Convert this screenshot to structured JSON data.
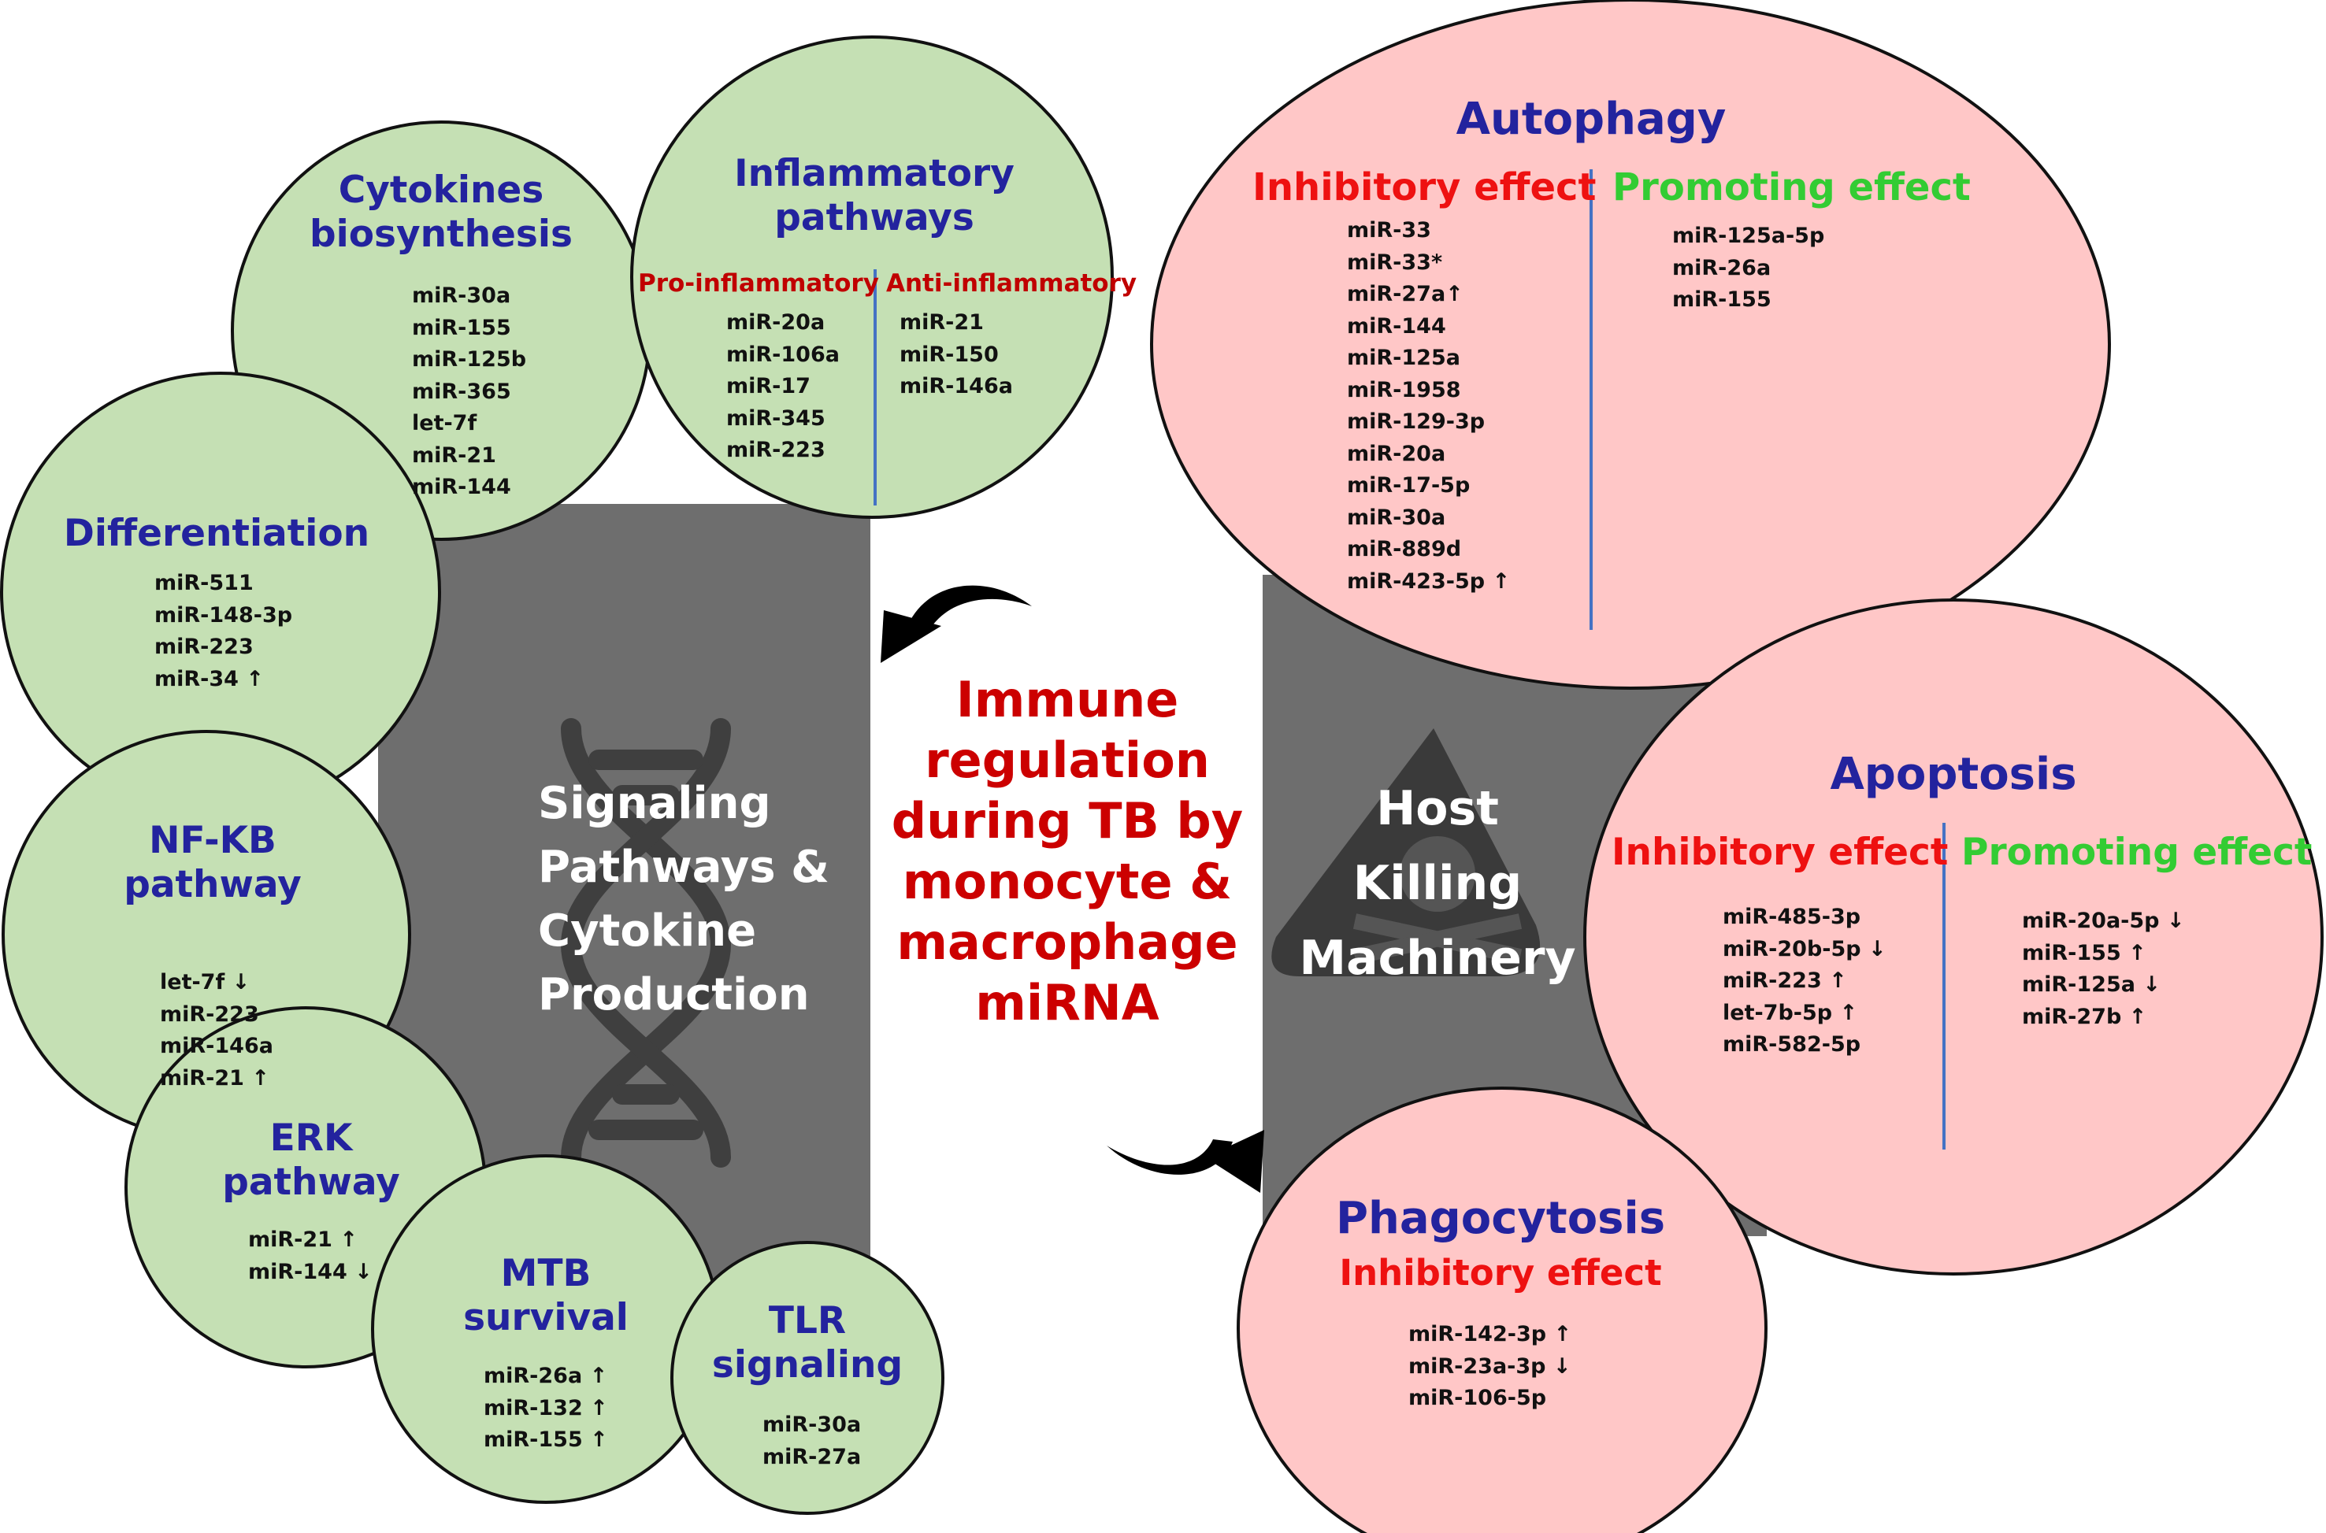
{
  "center": {
    "lines": [
      "Immune",
      "regulation",
      "during TB by",
      "monocyte &",
      "macrophage",
      "miRNA"
    ]
  },
  "signaling_label": [
    "Signaling",
    "Pathways &",
    "Cytokine",
    "Production"
  ],
  "host_label": [
    "Host",
    "Killing",
    "Machinery"
  ],
  "colors": {
    "green_fill": "#c5e0b4",
    "pink_fill": "#ffc7c7",
    "title_blue": "#23239e",
    "red": "#ee1111",
    "green_text": "#33cc33",
    "dark_gray": "#6e6e6e",
    "center_red": "#cc0000"
  },
  "nodes": {
    "cytokines": {
      "title": [
        "Cytokines",
        "biosynthesis"
      ],
      "items": [
        "miR-30a",
        "miR-155",
        "miR-125b",
        "miR-365",
        "let-7f",
        "miR-21",
        "miR-144"
      ]
    },
    "inflammatory": {
      "title": [
        "Inflammatory",
        "pathways"
      ],
      "pro_label": "Pro-inflammatory",
      "anti_label": "Anti-inflammatory",
      "pro_items": [
        "miR-20a",
        "miR-106a",
        "miR-17",
        "miR-345",
        "miR-223"
      ],
      "anti_items": [
        "miR-21",
        "miR-150",
        "miR-146a"
      ]
    },
    "differentiation": {
      "title": [
        "Differentiation"
      ],
      "items": [
        "miR-511",
        "miR-148-3p",
        "miR-223",
        "miR-34 ↑"
      ]
    },
    "nfkb": {
      "title": [
        "NF-KB",
        "pathway"
      ],
      "items": [
        "let-7f ↓",
        "miR-223",
        "miR-146a",
        "miR-21 ↑"
      ]
    },
    "erk": {
      "title": [
        "ERK",
        "pathway"
      ],
      "items": [
        "miR-21 ↑",
        "miR-144 ↓"
      ]
    },
    "mtb": {
      "title": [
        "MTB",
        "survival"
      ],
      "items": [
        "miR-26a ↑",
        "miR-132 ↑",
        "miR-155 ↑"
      ]
    },
    "tlr": {
      "title": [
        "TLR",
        "signaling"
      ],
      "items": [
        "miR-30a",
        "miR-27a"
      ]
    },
    "autophagy": {
      "title": [
        "Autophagy"
      ],
      "inhibitory_label": "Inhibitory effect",
      "promoting_label": "Promoting effect",
      "inhibitory_items": [
        "miR-33",
        "miR-33*",
        "miR-27a↑",
        "miR-144",
        "miR-125a",
        "miR-1958",
        "miR-129-3p",
        "miR-20a",
        "miR-17-5p",
        "miR-30a",
        "miR-889d",
        "miR-423-5p ↑"
      ],
      "promoting_items": [
        "miR-125a-5p",
        "miR-26a",
        "miR-155"
      ]
    },
    "apoptosis": {
      "title": [
        "Apoptosis"
      ],
      "inhibitory_label": "Inhibitory effect",
      "promoting_label": "Promoting effect",
      "inhibitory_items": [
        "miR-485-3p",
        "miR-20b-5p ↓",
        "miR-223 ↑",
        "let-7b-5p ↑",
        "miR-582-5p"
      ],
      "promoting_items": [
        "miR-20a-5p ↓",
        "miR-155 ↑",
        "miR-125a ↓",
        "miR-27b ↑"
      ]
    },
    "phagocytosis": {
      "title": [
        "Phagocytosis"
      ],
      "inhibitory_label": "Inhibitory effect",
      "items": [
        "miR-142-3p ↑",
        "miR-23a-3p ↓",
        "miR-106-5p"
      ]
    }
  }
}
